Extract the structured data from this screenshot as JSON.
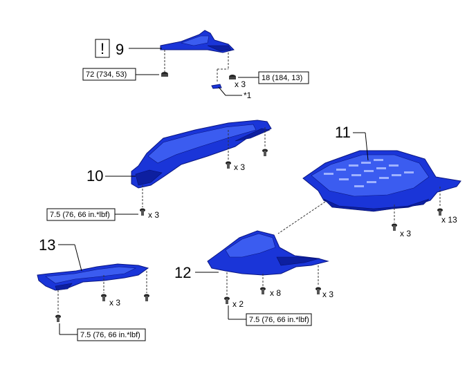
{
  "parts": [
    {
      "callout": "9",
      "caution_mark": "!"
    },
    {
      "callout": "10"
    },
    {
      "callout": "11"
    },
    {
      "callout": "12"
    },
    {
      "callout": "13"
    }
  ],
  "torque_specs": [
    {
      "label": "72 (734, 53)"
    },
    {
      "label": "18 (184, 13)"
    },
    {
      "label": "7.5 (76, 66 in.*lbf)"
    },
    {
      "label": "7.5 (76, 66 in.*lbf)"
    },
    {
      "label": "7.5 (76, 66 in.*lbf)"
    }
  ],
  "quantities": [
    "x 3",
    "x 3",
    "x 3",
    "x 3",
    "x 13",
    "x 2",
    "x 8",
    "x 3",
    "x 3"
  ],
  "notes": [
    "*1"
  ],
  "colors": {
    "panel": "#1a35d8",
    "panel_dark": "#0d1fa0",
    "panel_light": "#3b5cf0",
    "line": "#000000"
  }
}
